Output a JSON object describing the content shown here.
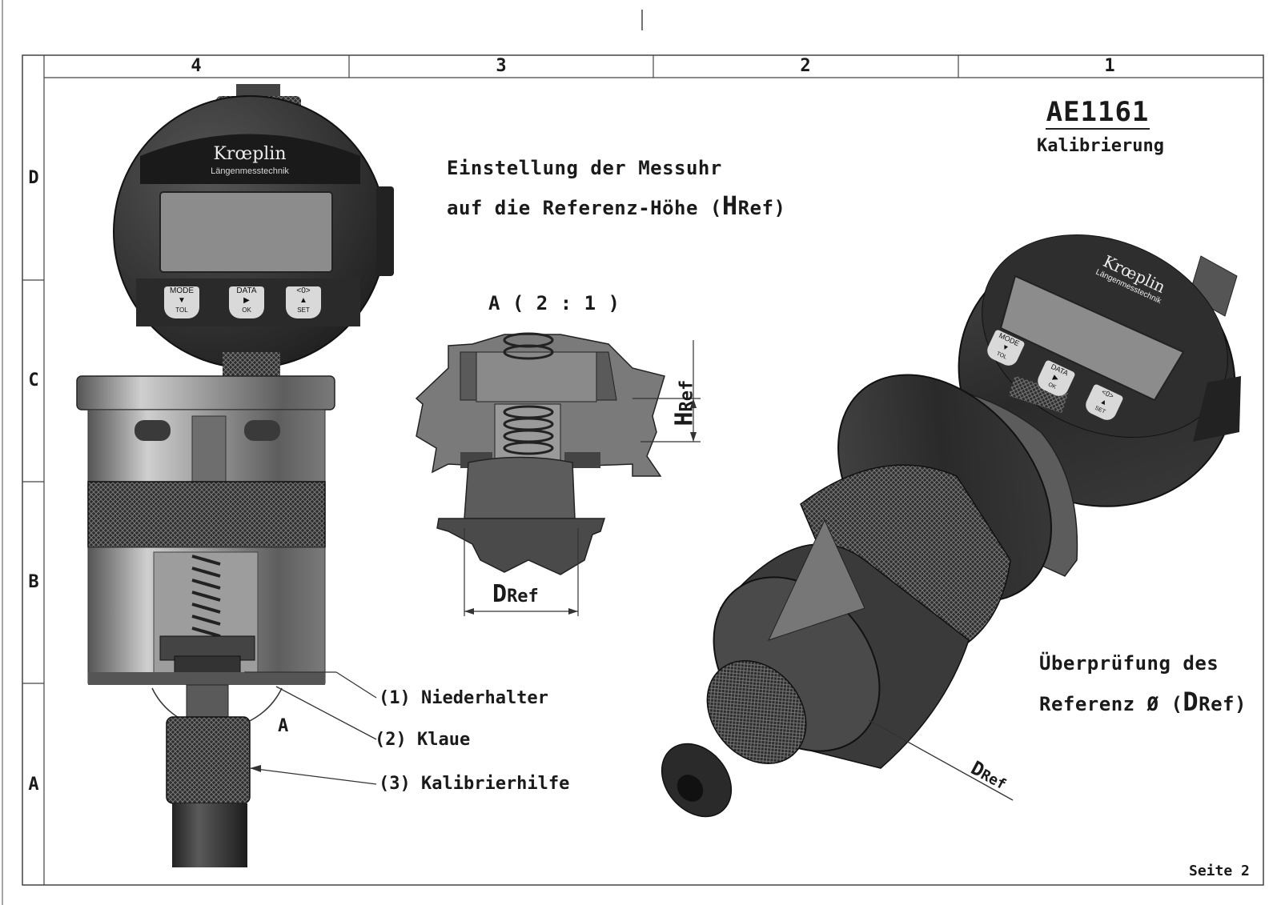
{
  "sheet": {
    "column_labels": [
      "4",
      "3",
      "2",
      "1"
    ],
    "row_labels": [
      "D",
      "C",
      "B",
      "A"
    ],
    "page_number": "Seite 2"
  },
  "title_block": {
    "code": "AE1161",
    "subtitle": "Kalibrierung"
  },
  "instructions": {
    "setting_line1": "Einstellung der Messuhr",
    "setting_line2_prefix": "auf die Referenz-Höhe (",
    "setting_symbol_main": "H",
    "setting_symbol_sub": "Ref",
    "setting_line2_suffix": ")",
    "check_line1": "Überprüfung des",
    "check_line2_prefix": "Referenz Ø (",
    "check_symbol_main": "D",
    "check_symbol_sub": "Ref",
    "check_line2_suffix": ")"
  },
  "detail_view": {
    "label": "A ( 2 : 1 )",
    "height_main": "H",
    "height_sub": "Ref",
    "diameter_main": "D",
    "diameter_sub": "Ref"
  },
  "callouts": [
    {
      "text": "(1) Niederhalter"
    },
    {
      "text": "(2) Klaue"
    },
    {
      "text": "(3) Kalibrierhilfe"
    }
  ],
  "detail_marker": "A",
  "gauge": {
    "brand": "Krœplin",
    "brand_sub": "Längenmesstechnik",
    "buttons": [
      {
        "top": "MODE",
        "arrow": "▼",
        "bottom": "TOL"
      },
      {
        "top": "DATA",
        "arrow": "▶",
        "bottom": "OK"
      },
      {
        "top": "<0>",
        "arrow": "▲",
        "bottom": "SET"
      }
    ]
  },
  "iso_dim": {
    "main": "D",
    "sub": "Ref"
  },
  "colors": {
    "metal_dark": "#3a3a3a",
    "metal_mid": "#7a7a7a",
    "metal_light": "#b8b8b8",
    "screen": "#8c8c8c",
    "frame": "#555555"
  }
}
